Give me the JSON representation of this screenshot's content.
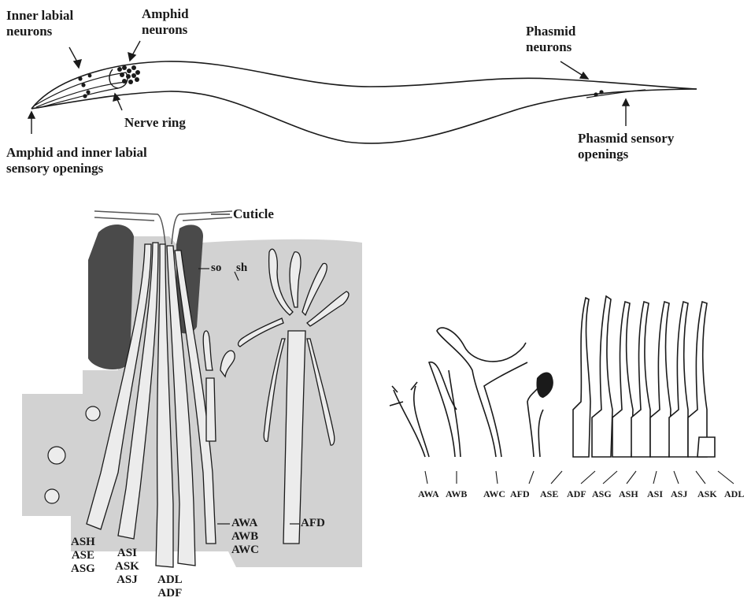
{
  "worm": {
    "inner_labial": "Inner  labial",
    "inner_labial_2": "neurons",
    "amphid": "Amphid",
    "amphid_2": "neurons",
    "nerve_ring": "Nerve ring",
    "openings": "Amphid and inner labial",
    "openings_2": "sensory openings",
    "phasmid": "Phasmid",
    "phasmid_2": "neurons",
    "phasmid_openings": "Phasmid sensory",
    "phasmid_openings_2": "openings"
  },
  "section": {
    "cuticle": "Cuticle",
    "so": "so",
    "sh": "sh",
    "group1": [
      "ASH",
      "ASE",
      "ASG"
    ],
    "group2": [
      "ASI",
      "ASK",
      "ASJ"
    ],
    "group3": [
      "ADL",
      "ADF"
    ],
    "group4": [
      "AWA",
      "AWB",
      "AWC"
    ],
    "afd": "AFD"
  },
  "neurons": [
    "AWA",
    "AWB",
    "AWC",
    "AFD",
    "ASE",
    "ADF",
    "ASG",
    "ASH",
    "ASI",
    "ASJ",
    "ASK",
    "ADL"
  ],
  "colors": {
    "ink": "#1a1a1a",
    "sheath": "#d2d2d2",
    "socket": "#4a4a4a",
    "cell": "#ececec"
  }
}
